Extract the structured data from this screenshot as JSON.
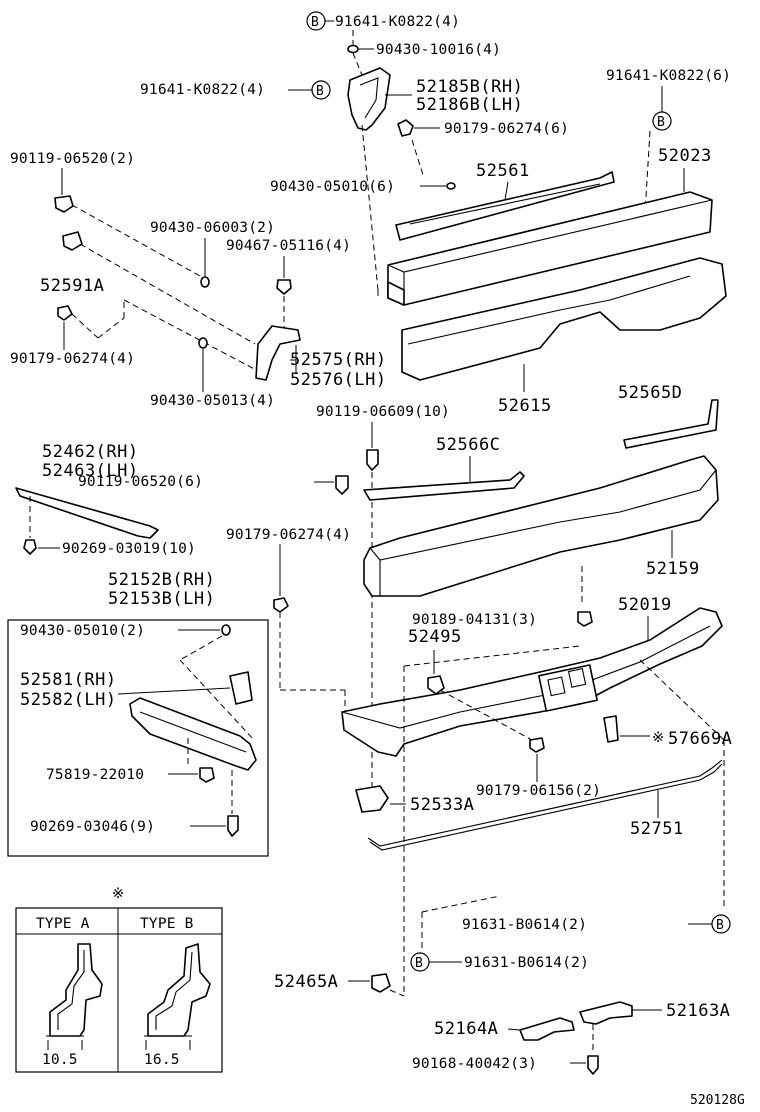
{
  "drawing_code": "520128G",
  "labels": {
    "p91641_top": "91641-K0822(4)",
    "p90430_top": "90430-10016(4)",
    "p91641_left": "91641-K0822(4)",
    "p52185": "52185B(RH)",
    "p52186": "52186B(LH)",
    "p91641_right": "91641-K0822(6)",
    "p90179_a": "90179-06274(6)",
    "p90119_a": "90119-06520(2)",
    "p52561": "52561",
    "p52023": "52023",
    "p90430_b": "90430-05010(6)",
    "p90430_c": "90430-06003(2)",
    "p90467": "90467-05116(4)",
    "p52591": "52591A",
    "p90179_b": "90179-06274(4)",
    "p52575": "52575(RH)",
    "p52576": "52576(LH)",
    "p90430_d": "90430-05013(4)",
    "p52615": "52615",
    "p90119_b": "90119-06609(10)",
    "p52565": "52565D",
    "p52462": "52462(RH)",
    "p52463": "52463(LH)",
    "p52566": "52566C",
    "p90119_c": "90119-06520(6)",
    "p90269_a": "90269-03019(10)",
    "p90179_c": "90179-06274(4)",
    "p52159": "52159",
    "p52152": "52152B(RH)",
    "p52153": "52153B(LH)",
    "p90189": "90189-04131(3)",
    "p52019": "52019",
    "p90430_e": "90430-05010(2)",
    "p52495": "52495",
    "p52581": "52581(RH)",
    "p52582": "52582(LH)",
    "p57669": "57669A",
    "p75819": "75819-22010",
    "p90179_d": "90179-06156(2)",
    "p52533": "52533A",
    "p52751": "52751",
    "p90269_b": "90269-03046(9)",
    "p91631_a": "91631-B0614(2)",
    "p91631_b": "91631-B0614(2)",
    "p52465": "52465A",
    "p52163": "52163A",
    "p52164": "52164A",
    "p90168": "90168-40042(3)"
  },
  "callout": "B",
  "note_mark": "※",
  "types": {
    "type_a": "TYPE A",
    "type_b": "TYPE B",
    "dim_a": "10.5",
    "dim_b": "16.5"
  }
}
